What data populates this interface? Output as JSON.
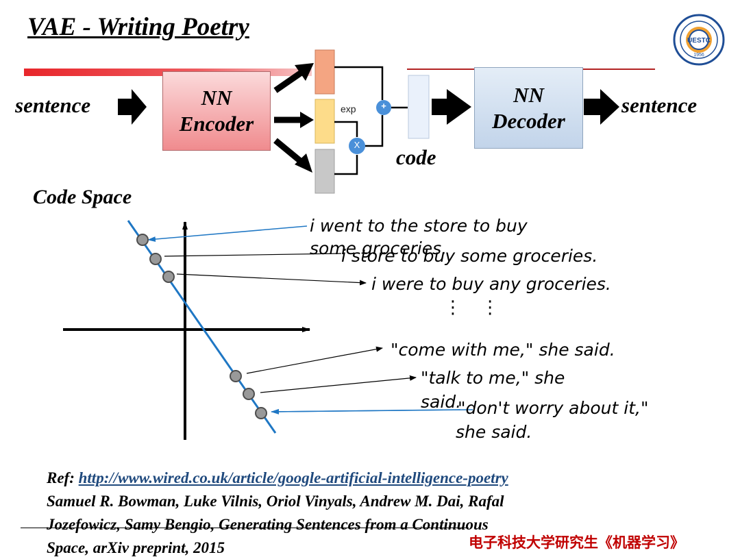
{
  "slide": {
    "title": "VAE - Writing Poetry",
    "logo_text": "UESTC",
    "logo_year": "1956"
  },
  "diagram": {
    "input_label": "sentence",
    "encoder_line1": "NN",
    "encoder_line2": "Encoder",
    "exp_label": "exp",
    "plus_label": "+",
    "times_label": "X",
    "code_label": "code",
    "decoder_line1": "NN",
    "decoder_line2": "Decoder",
    "output_label": "sentence"
  },
  "code_space": {
    "title": "Code Space",
    "sentences": [
      "i went to the store to buy",
      "some groceries.",
      "i store to buy some groceries.",
      "i were to buy any groceries.",
      "\"come with me,\" she said.",
      "\"talk to me,\" she",
      "said.",
      "\"don't worry about it,\"",
      "she said."
    ],
    "ellipsis": "⋮ ⋮"
  },
  "reference": {
    "prefix": "Ref: ",
    "url": "http://www.wired.co.uk/article/google-artificial-intelligence-poetry",
    "line2": "Samuel R. Bowman, Luke Vilnis, Oriol Vinyals, Andrew M. Dai, Rafal",
    "line3": "Jozefowicz, Samy Bengio, Generating Sentences from a Continuous",
    "line4": "Space, arXiv preprint, 2015"
  },
  "footer": {
    "course": "电子科技大学研究生《机器学习》"
  },
  "colors": {
    "title_underline_bar": "#e8262b",
    "link": "#1f497d",
    "footer_text": "#c00000",
    "axis_line": "#1f77c4",
    "mean_box": "#f4a582",
    "var_box": "#fddc8a",
    "noise_box": "#c8c8c8",
    "op_circle": "#4a90d9"
  }
}
